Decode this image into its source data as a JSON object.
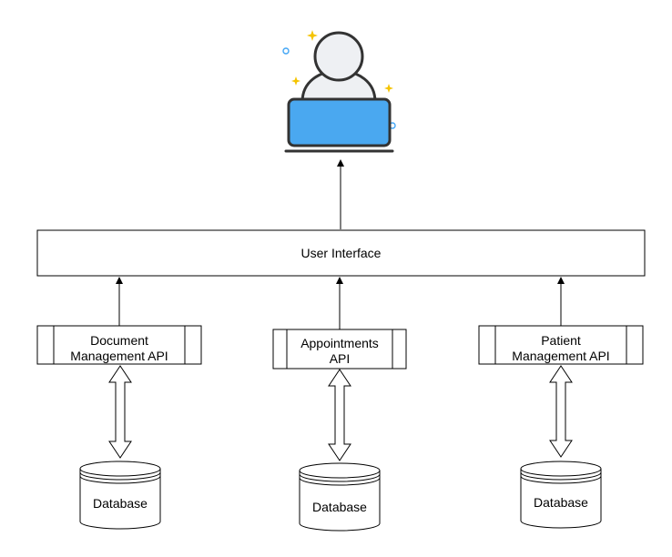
{
  "user_interface": {
    "label": "User Interface"
  },
  "apis": [
    {
      "lines": [
        "Document",
        "Management API"
      ]
    },
    {
      "lines": [
        "Appointments",
        "API"
      ]
    },
    {
      "lines": [
        "Patient",
        "Management API"
      ]
    }
  ],
  "databases": [
    {
      "label": "Database"
    },
    {
      "label": "Database"
    },
    {
      "label": "Database"
    }
  ],
  "colors": {
    "laptop_screen": "#4aa8f0",
    "person_fill": "#eef0f3",
    "outline": "#333333",
    "sparkle_yellow": "#f5c400",
    "sparkle_blue": "#42a5f5"
  },
  "icons": {
    "user": "user-at-laptop-icon"
  }
}
